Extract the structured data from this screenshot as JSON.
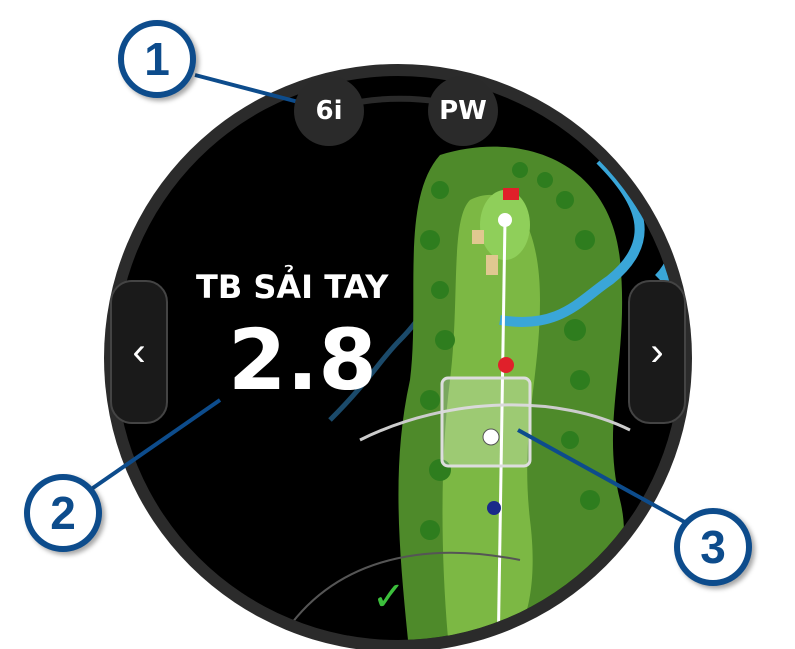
{
  "clubs": [
    "6i",
    "PW"
  ],
  "metric": {
    "label": "TB SẢI TAY",
    "value": "2.8"
  },
  "nav": {
    "prev_icon": "chevron-left-icon",
    "next_icon": "chevron-right-icon",
    "prev": "‹",
    "next": "›"
  },
  "confirm": {
    "icon": "check-icon",
    "glyph": "✓"
  },
  "callouts": [
    "1",
    "2",
    "3"
  ],
  "colors": {
    "callout": "#0d4c8c",
    "fairway": "#6fa83a",
    "water": "#3aa6d8",
    "flag": "#e0202a"
  }
}
